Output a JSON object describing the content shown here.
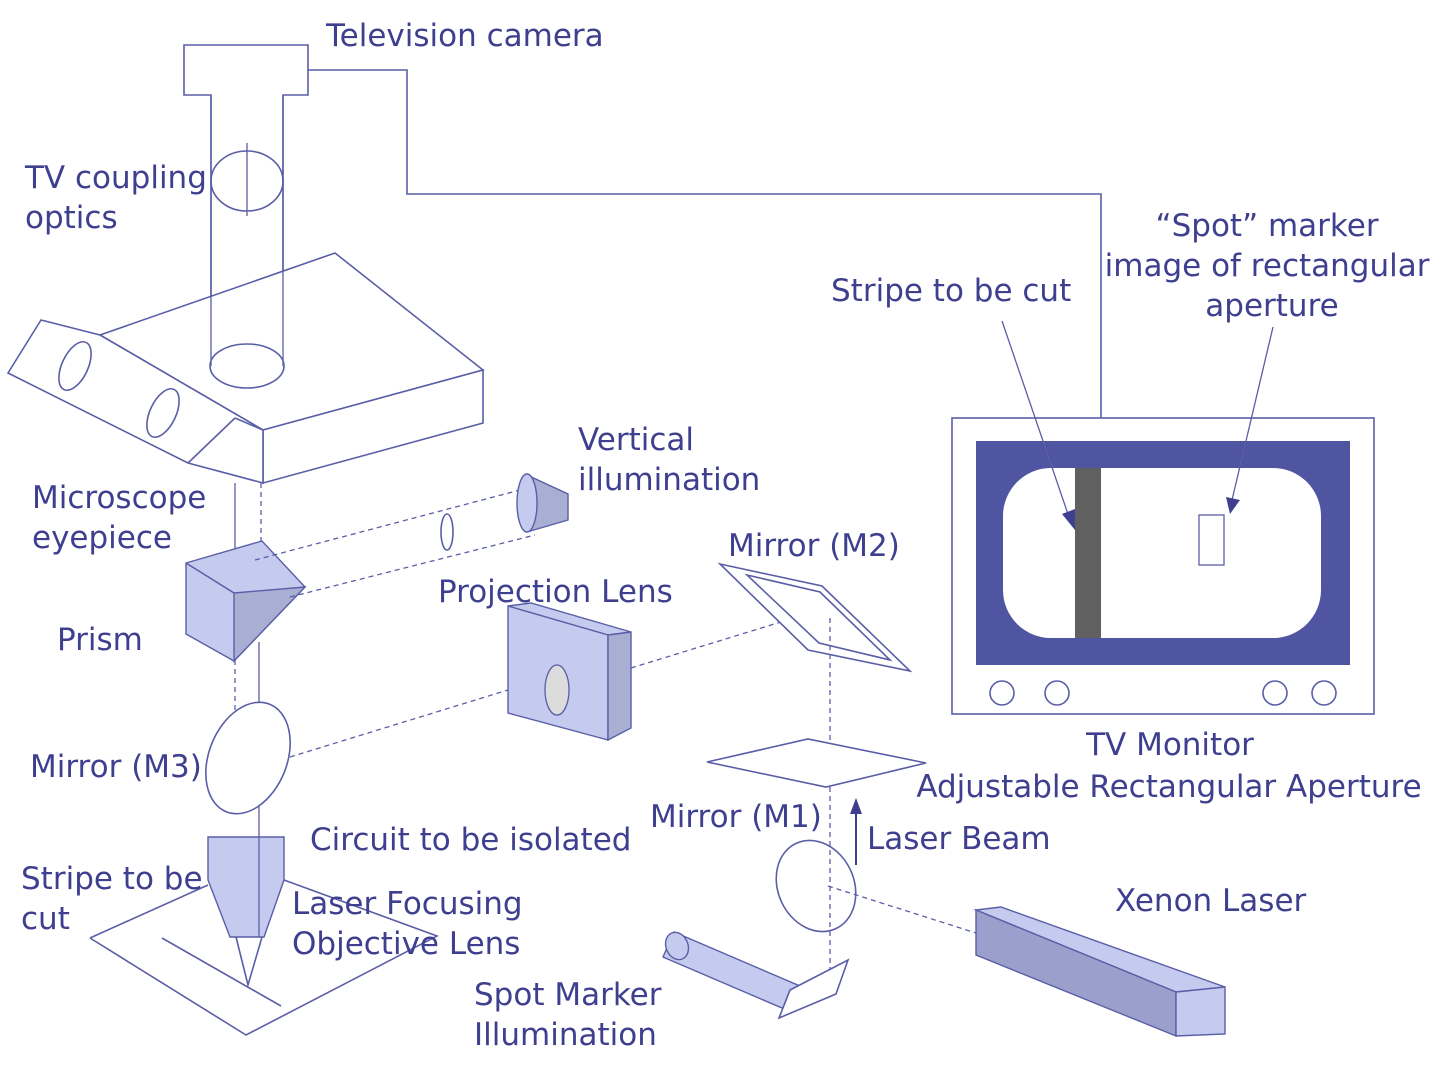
{
  "labels": {
    "television_camera": "Television camera",
    "tv_coupling_optics": [
      "TV coupling",
      "optics"
    ],
    "microscope_eyepiece": [
      "Microscope",
      "eyepiece"
    ],
    "prism": "Prism",
    "mirror_m3": "Mirror (M3)",
    "stripe_to_be_cut_left": [
      "Stripe to be",
      "cut"
    ],
    "circuit_to_be_isolated": "Circuit to be isolated",
    "laser_focusing_objective": [
      "Laser Focusing",
      "Objective Lens"
    ],
    "spot_marker_illumination": [
      "Spot Marker",
      "Illumination"
    ],
    "vertical_illumination": [
      "Vertical",
      "illumination"
    ],
    "projection_lens": "Projection Lens",
    "mirror_m2": "Mirror (M2)",
    "mirror_m1": "Mirror (M1)",
    "laser_beam": "Laser Beam",
    "xenon_laser": "Xenon Laser",
    "stripe_to_be_cut_monitor": "Stripe to be cut",
    "spot_marker_note": [
      "“Spot” marker",
      "image of rectangular",
      "aperture"
    ],
    "tv_monitor": "TV Monitor",
    "adjustable_aperture": "Adjustable Rectangular Aperture"
  },
  "colors": {
    "ink": "#3e3f8e",
    "line": "#5a5ea6",
    "fill_light": "#c5cbef",
    "fill_medium": "#a9aed3",
    "screen_border": "#4f55a0",
    "stripe": "#606060"
  }
}
